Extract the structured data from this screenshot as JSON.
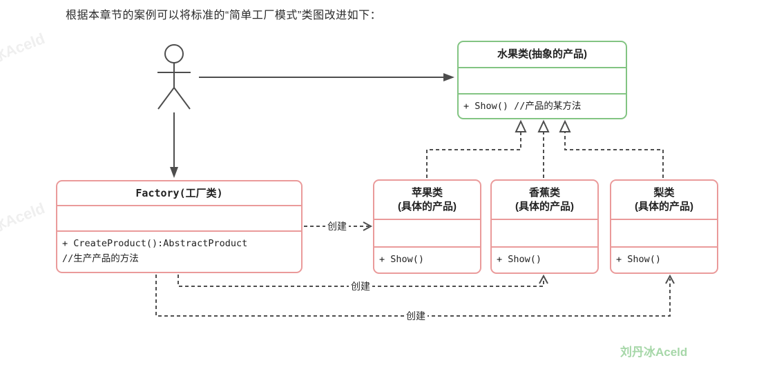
{
  "page": {
    "title": "根据本章节的案例可以将标准的“简单工厂模式”类图改进如下："
  },
  "colors": {
    "abstract_border": "#82c482",
    "concrete_border": "#ea9a9a",
    "line": "#4d4d4d",
    "watermark_green": "#a6d7a8"
  },
  "classes": {
    "fruit": {
      "name": "水果类(抽象的产品)",
      "method": "+ Show() //产品的某方法"
    },
    "factory": {
      "name": "Factory(工厂类)",
      "method_signature": "+ CreateProduct():AbstractProduct",
      "method_comment": "//生产产品的方法"
    },
    "apple": {
      "name": "苹果类",
      "stereotype": "(具体的产品)",
      "method": "+ Show()"
    },
    "banana": {
      "name": "香蕉类",
      "stereotype": "(具体的产品)",
      "method": "+ Show()"
    },
    "pear": {
      "name": "梨类",
      "stereotype": "(具体的产品)",
      "method": "+ Show()"
    }
  },
  "edges": {
    "create_label_1": "创建",
    "create_label_2": "创建",
    "create_label_3": "创建"
  },
  "watermarks": {
    "faint_left_top": "冰Aceld",
    "faint_left_mid": "冰Aceld",
    "signature": "刘丹冰Aceld"
  }
}
